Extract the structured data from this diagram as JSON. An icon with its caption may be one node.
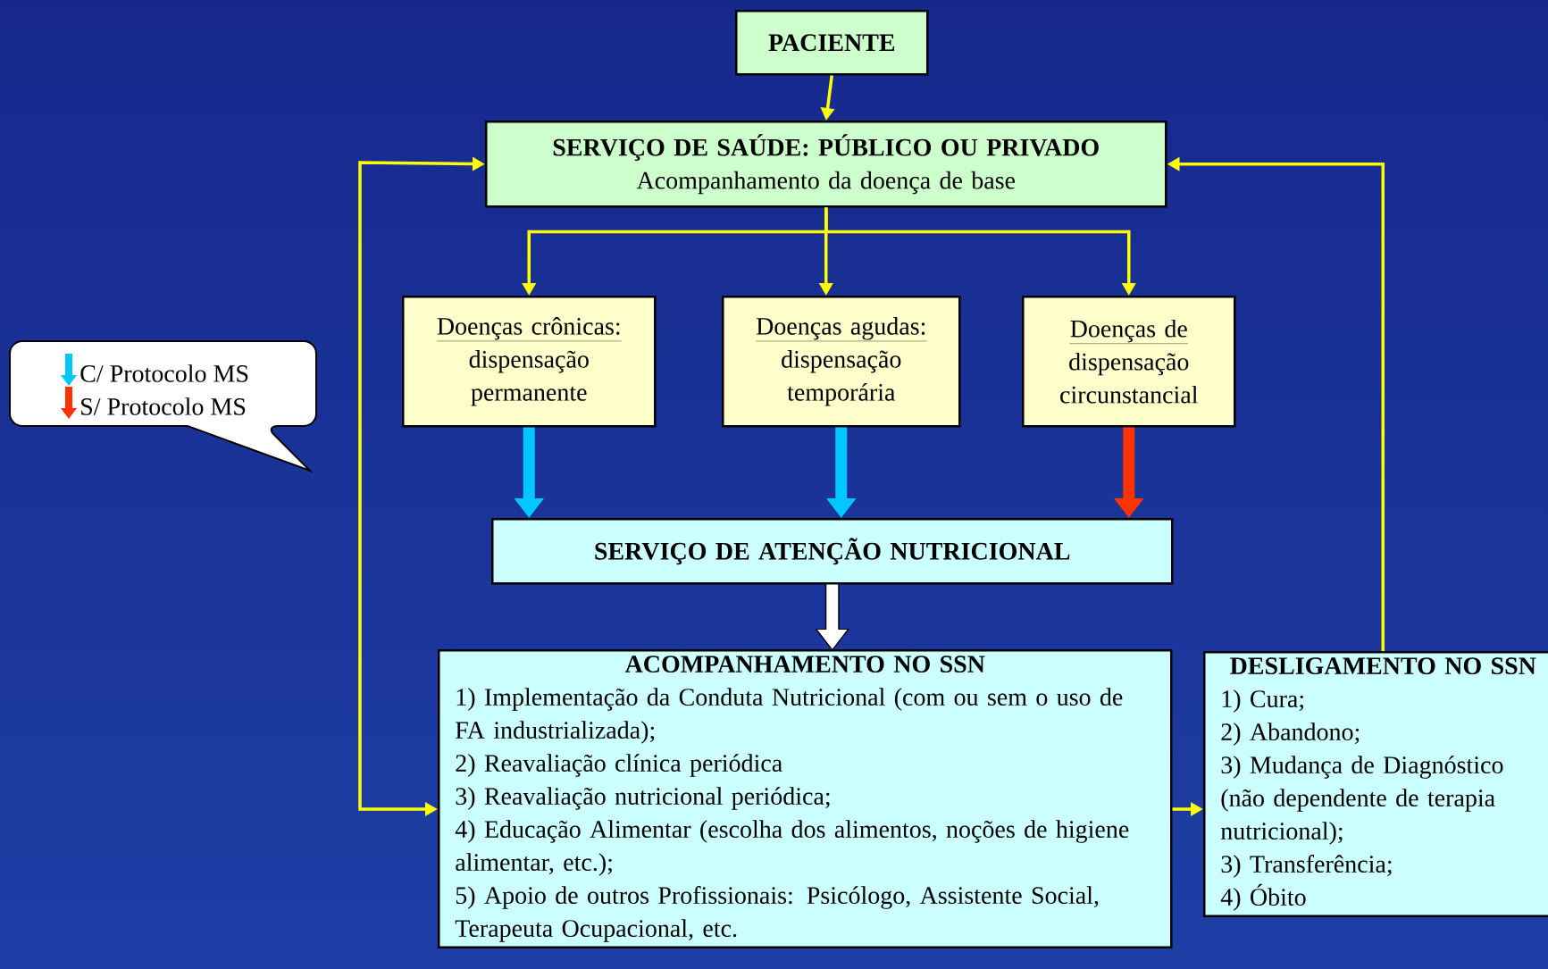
{
  "diagram": {
    "nodes": [
      {
        "text": [
          "PACIENTE"
        ]
      },
      {
        "text": [
          "SERVIÇO DE SAÚDE: PÚBLICO OU PRIVADO",
          "Acompanhamento da doença de base"
        ]
      },
      {
        "text": [
          "Doenças crônicas:",
          "dispensação permanente"
        ]
      },
      {
        "text": [
          "Doenças agudas:",
          "dispensação temporária"
        ]
      },
      {
        "text": [
          "Doenças de",
          "dispensação circunstancial"
        ]
      },
      {
        "text": [
          "SERVIÇO DE ATENÇÃO NUTRICIONAL"
        ]
      },
      {
        "text": [
          "ACOMPANHAMENTO NO SSN",
          "1) Implementação da Conduta Nutricional (com ou sem o uso de FA industrializada);",
          "2) Reavaliação clínica periódica",
          "3) Reavaliação nutricional periódica;",
          "4) Educação Alimentar (escolha dos alimentos, noções de higiene alimentar, etc.);",
          "5) Apoio de outros Profissionais: Psicólogo, Assistente Social, Terapeuta Ocupacional, etc."
        ]
      },
      {
        "text": [
          "DESLIGAMENTO NO SSN",
          "1) Cura;",
          "2) Abandono;",
          "3) Mudança de Diagnóstico (não dependente de terapia nutricional);",
          "3) Transferência;",
          "4) Óbito"
        ]
      }
    ],
    "edges": [
      {
        "from": 0,
        "to": 1,
        "arrow": "to"
      },
      {
        "from": 1,
        "to": 2,
        "arrow": "to"
      },
      {
        "from": 1,
        "to": 3,
        "arrow": "to"
      },
      {
        "from": 1,
        "to": 4,
        "arrow": "to"
      },
      {
        "from": 2,
        "to": 5,
        "arrow": "to",
        "style": "thick",
        "color": "#00c8ff"
      },
      {
        "from": 3,
        "to": 5,
        "arrow": "to",
        "style": "thick",
        "color": "#00c8ff"
      },
      {
        "from": 4,
        "to": 5,
        "arrow": "to",
        "style": "thick",
        "color": "#ff3300"
      },
      {
        "from": 5,
        "to": 6,
        "arrow": "to",
        "style": "thick",
        "color": "#ffffff"
      },
      {
        "from": 1,
        "to": 6,
        "arrow": "both"
      },
      {
        "from": 6,
        "to": 7,
        "arrow": "to"
      },
      {
        "from": 7,
        "to": 1,
        "arrow": "to"
      }
    ],
    "legend": [
      {
        "text": "C/ Protocolo MS"
      },
      {
        "text": "S/ Protocolo MS"
      }
    ]
  }
}
